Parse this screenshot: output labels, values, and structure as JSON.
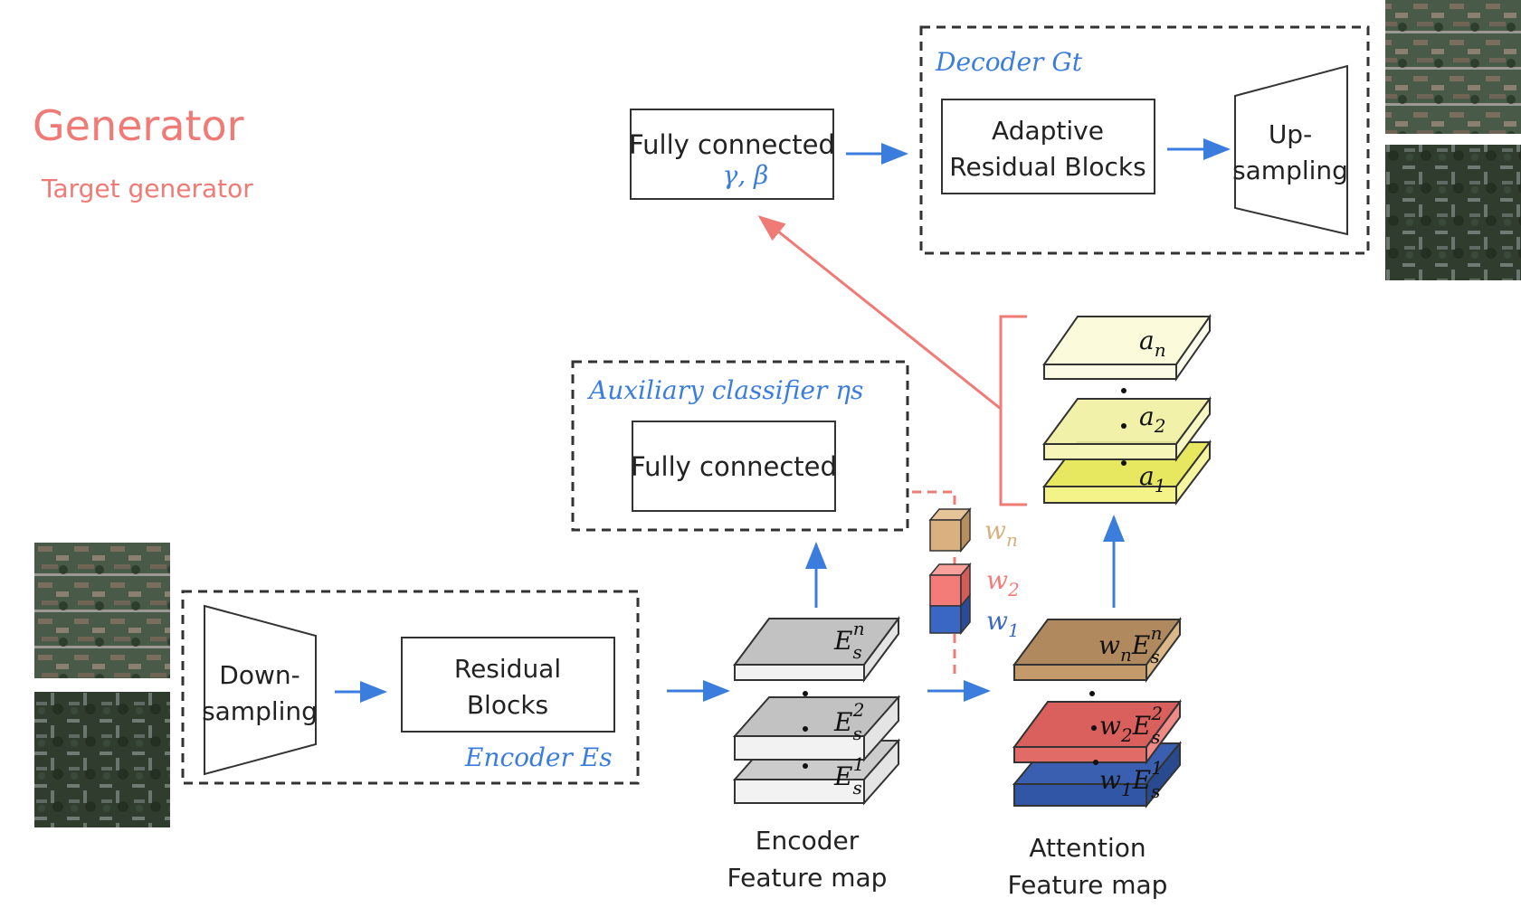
{
  "header": {
    "title": "Generator",
    "subtitle": "Target generator"
  },
  "encoder": {
    "label": "Encoder Es",
    "downsampling": [
      "Down-",
      "sampling"
    ],
    "residual": [
      "Residual",
      "Blocks"
    ]
  },
  "aux_classifier": {
    "label": "Auxiliary classifier ηs",
    "box": "Fully connected"
  },
  "fc_gamma_beta": {
    "line1": "Fully connected",
    "line2": "γ, β"
  },
  "decoder": {
    "label": "Decoder Gt",
    "adaptive": [
      "Adaptive",
      "Residual Blocks"
    ],
    "upsampling": [
      "Up-",
      "sampling"
    ]
  },
  "encoder_fmap": {
    "caption": [
      "Encoder",
      "Feature map"
    ],
    "layers": [
      "Es^n",
      "Es^2",
      "Es^1"
    ]
  },
  "attention_fmap": {
    "caption": [
      "Attention",
      "Feature map"
    ],
    "layers": [
      "wnEs^n",
      "w2Es^2",
      "w1Es^1"
    ]
  },
  "weights": [
    "wn",
    "w2",
    "w1"
  ],
  "attention_out": [
    "an",
    "a2",
    "a1"
  ],
  "colors": {
    "blue_arrow": "#3b7ddd",
    "red_arrow": "#f07b76",
    "w_n": "#d9b07f",
    "w_2": "#f47c78",
    "w_1": "#3a66c4",
    "a_layer": "#f0f070"
  }
}
